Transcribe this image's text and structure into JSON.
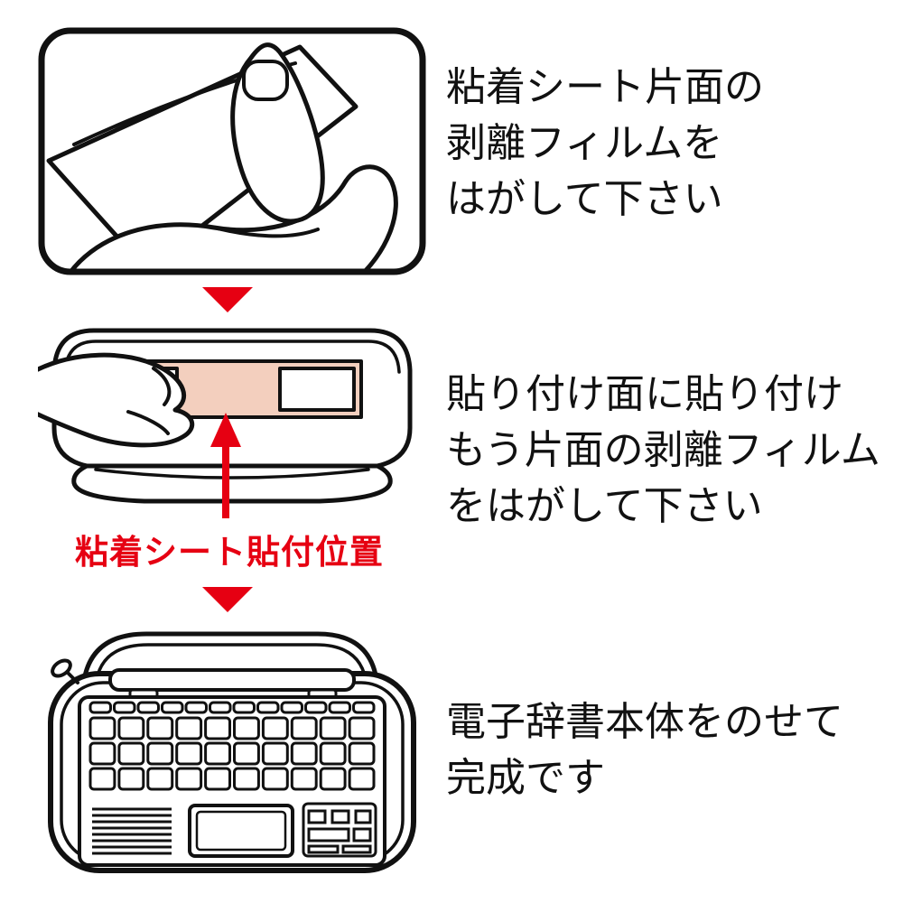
{
  "document": {
    "type": "instruction-diagram",
    "language": "ja",
    "background": "#ffffff"
  },
  "colors": {
    "accent_red": "#e60012",
    "line_black": "#111111",
    "adhesive_sheet_pink": "#f3cfbe"
  },
  "icons": {
    "step_divider": "down-triangle-arrow",
    "position_pointer": "red-up-arrow"
  },
  "steps": [
    {
      "index": 1,
      "illustration": "hand-peeling-release-film-from-adhesive-sheet",
      "lines": [
        "粘着シート片面の",
        "剥離フィルムを",
        "はがして下さい"
      ]
    },
    {
      "index": 2,
      "illustration": "placing-adhesive-sheet-inside-case",
      "label": "粘着シート貼付位置",
      "lines": [
        "貼り付け面に貼り付け",
        "もう片面の剥離フィルム",
        "をはがして下さい"
      ]
    },
    {
      "index": 3,
      "illustration": "electronic-dictionary-placed-in-case",
      "lines": [
        "電子辞書本体をのせて",
        "完成です"
      ]
    }
  ]
}
